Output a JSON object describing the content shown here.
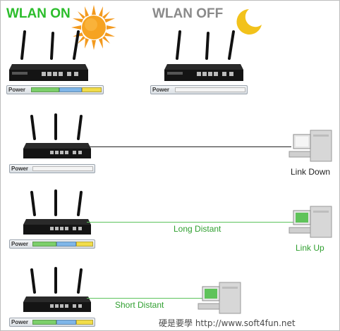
{
  "header": {
    "wlan_on": "WLAN ON",
    "wlan_off": "WLAN OFF"
  },
  "labels": {
    "link_down": "Link Down",
    "long_distant": "Long Distant",
    "link_up": "Link Up",
    "short_distant": "Short Distant",
    "power": "Power"
  },
  "watermark": "硬是要學 http://www.soft4fun.net",
  "colors": {
    "wlan_on_text": "#2bbd2b",
    "wlan_off_text": "#8a8a8a",
    "link_line_green": "#5cc35c",
    "link_line_black": "#222222",
    "sun": "#f39a1e",
    "moon": "#f2c21b",
    "led_green": "#7ccf6b",
    "led_blue": "#7fb6e8",
    "led_yellow": "#f1dc4a",
    "led_off": "#f4f4f4"
  },
  "icons": [
    "sun-icon",
    "moon-icon",
    "router-icon",
    "computer-icon"
  ]
}
